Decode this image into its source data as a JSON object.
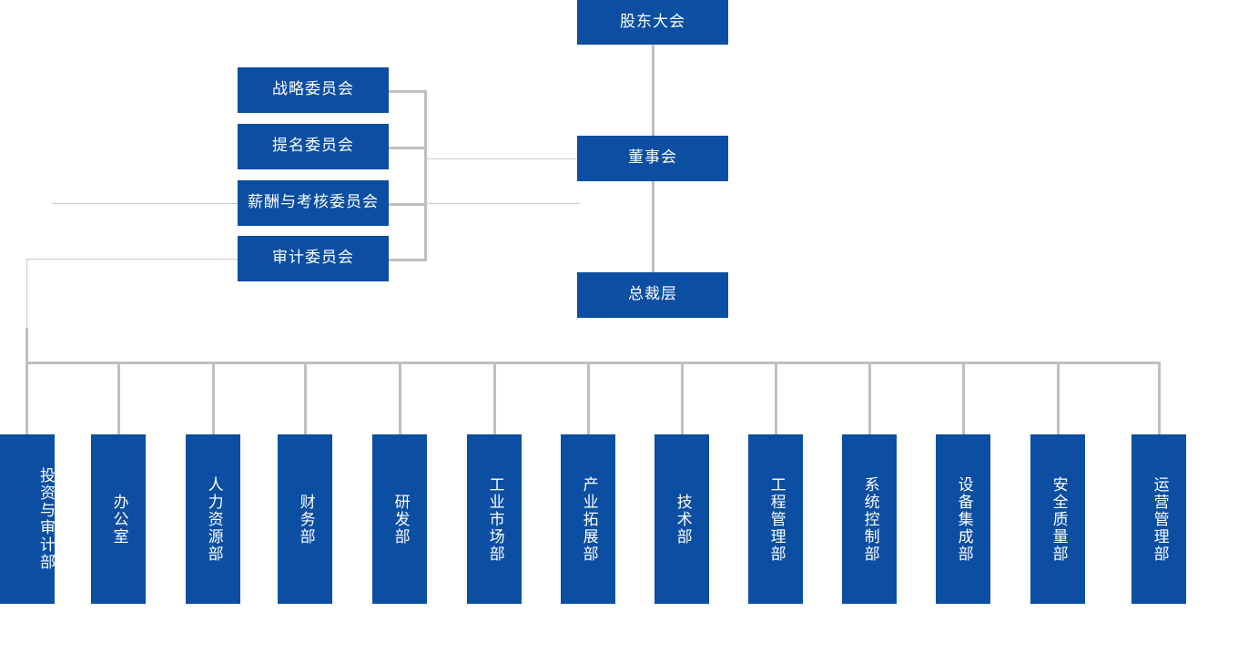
{
  "chart_data": {
    "type": "diagram",
    "diagram_kind": "organizational-chart",
    "title": "",
    "accent_color": "#0B4EA2",
    "connector_color": "#BFBFBF",
    "text_color": "#FFFFFF",
    "background": "#FFFFFF",
    "levels": [
      {
        "level": 1,
        "nodes": [
          "股东大会"
        ]
      },
      {
        "level": 2,
        "nodes": [
          "董事会"
        ]
      },
      {
        "level": 2,
        "nodes": [
          "战略委员会",
          "提名委员会",
          "薪酬与考核委员会",
          "审计委员会"
        ]
      },
      {
        "level": 3,
        "nodes": [
          "总裁层"
        ]
      },
      {
        "level": 4,
        "nodes": [
          "投资与审计部",
          "办公室",
          "人力资源部",
          "财务部",
          "研发部",
          "工业市场部",
          "产业拓展部",
          "技术部",
          "工程管理部",
          "系统控制部",
          "设备集成部",
          "安全质量部",
          "运营管理部"
        ]
      }
    ],
    "edges": [
      {
        "from": "股东大会",
        "to": "董事会"
      },
      {
        "from": "董事会",
        "to": "战略委员会"
      },
      {
        "from": "董事会",
        "to": "提名委员会"
      },
      {
        "from": "董事会",
        "to": "薪酬与考核委员会"
      },
      {
        "from": "董事会",
        "to": "审计委员会"
      },
      {
        "from": "董事会",
        "to": "总裁层"
      },
      {
        "from": "审计委员会",
        "to": "投资与审计部"
      },
      {
        "from": "总裁层",
        "to": "办公室"
      },
      {
        "from": "总裁层",
        "to": "人力资源部"
      },
      {
        "from": "总裁层",
        "to": "财务部"
      },
      {
        "from": "总裁层",
        "to": "研发部"
      },
      {
        "from": "总裁层",
        "to": "工业市场部"
      },
      {
        "from": "总裁层",
        "to": "产业拓展部"
      },
      {
        "from": "总裁层",
        "to": "技术部"
      },
      {
        "from": "总裁层",
        "to": "工程管理部"
      },
      {
        "from": "总裁层",
        "to": "系统控制部"
      },
      {
        "from": "总裁层",
        "to": "设备集成部"
      },
      {
        "from": "总裁层",
        "to": "安全质量部"
      },
      {
        "from": "总裁层",
        "to": "运营管理部"
      }
    ]
  },
  "top": {
    "shareholders_meeting": "股东大会",
    "board_of_directors": "董事会",
    "president_level": "总裁层"
  },
  "committees": [
    {
      "label": "战略委员会"
    },
    {
      "label": "提名委员会"
    },
    {
      "label": "薪酬与考核委员会"
    },
    {
      "label": "审计委员会"
    }
  ],
  "departments": [
    {
      "label": "投资与审计部"
    },
    {
      "label": "办公室"
    },
    {
      "label": "人力资源部"
    },
    {
      "label": "财务部"
    },
    {
      "label": "研发部"
    },
    {
      "label": "工业市场部"
    },
    {
      "label": "产业拓展部"
    },
    {
      "label": "技术部"
    },
    {
      "label": "工程管理部"
    },
    {
      "label": "系统控制部"
    },
    {
      "label": "设备集成部"
    },
    {
      "label": "安全质量部"
    },
    {
      "label": "运营管理部"
    }
  ]
}
